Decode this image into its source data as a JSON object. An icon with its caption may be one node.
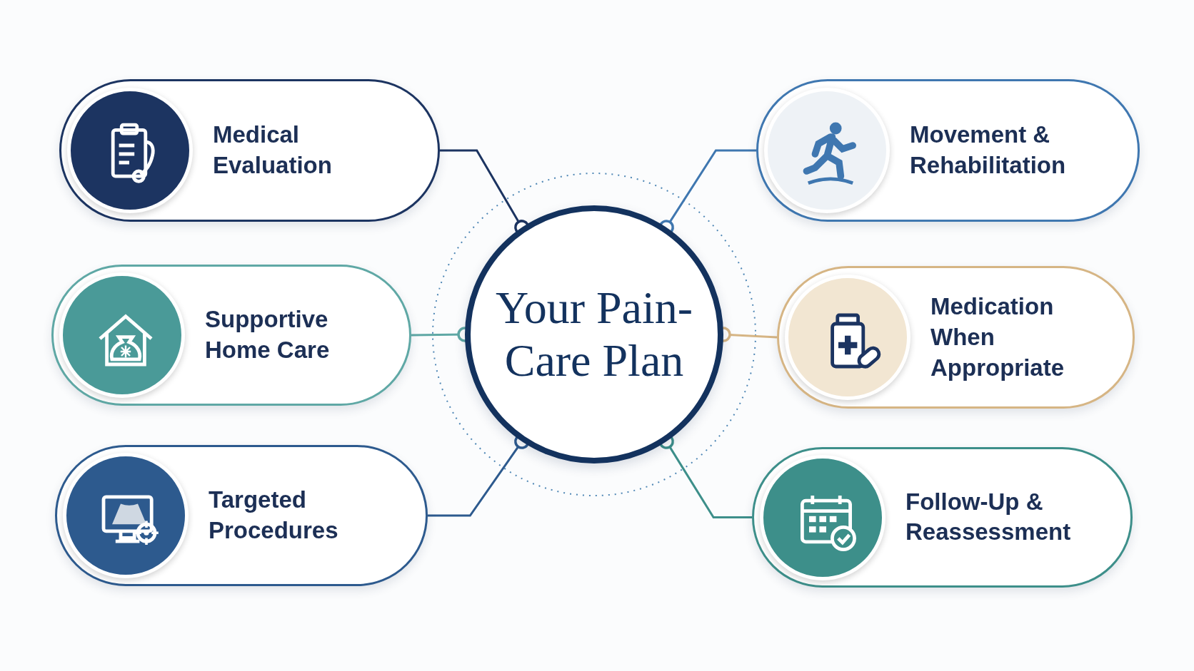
{
  "diagram": {
    "nodes": [
      {
        "text": [
          "Your Pain-Care Plan"
        ]
      },
      {
        "text": [
          "Medical Evaluation"
        ]
      },
      {
        "text": [
          "Supportive Home Care"
        ]
      },
      {
        "text": [
          "Targeted Procedures"
        ]
      },
      {
        "text": [
          "Movement & Rehabilitation"
        ]
      },
      {
        "text": [
          "Medication When Appropriate"
        ]
      },
      {
        "text": [
          "Follow-Up & Reassessment"
        ]
      }
    ],
    "edges": [
      {
        "from": 1,
        "to": 0,
        "arrow": "other",
        "color": "#1c3461"
      },
      {
        "from": 2,
        "to": 0,
        "arrow": "other",
        "color": "#5fa8a5"
      },
      {
        "from": 3,
        "to": 0,
        "arrow": "other",
        "color": "#2d5a8e"
      },
      {
        "from": 4,
        "to": 0,
        "arrow": "other",
        "color": "#3f77b0"
      },
      {
        "from": 5,
        "to": 0,
        "arrow": "other",
        "color": "#d6b584"
      },
      {
        "from": 6,
        "to": 0,
        "arrow": "other",
        "color": "#3d8f8a"
      }
    ]
  }
}
